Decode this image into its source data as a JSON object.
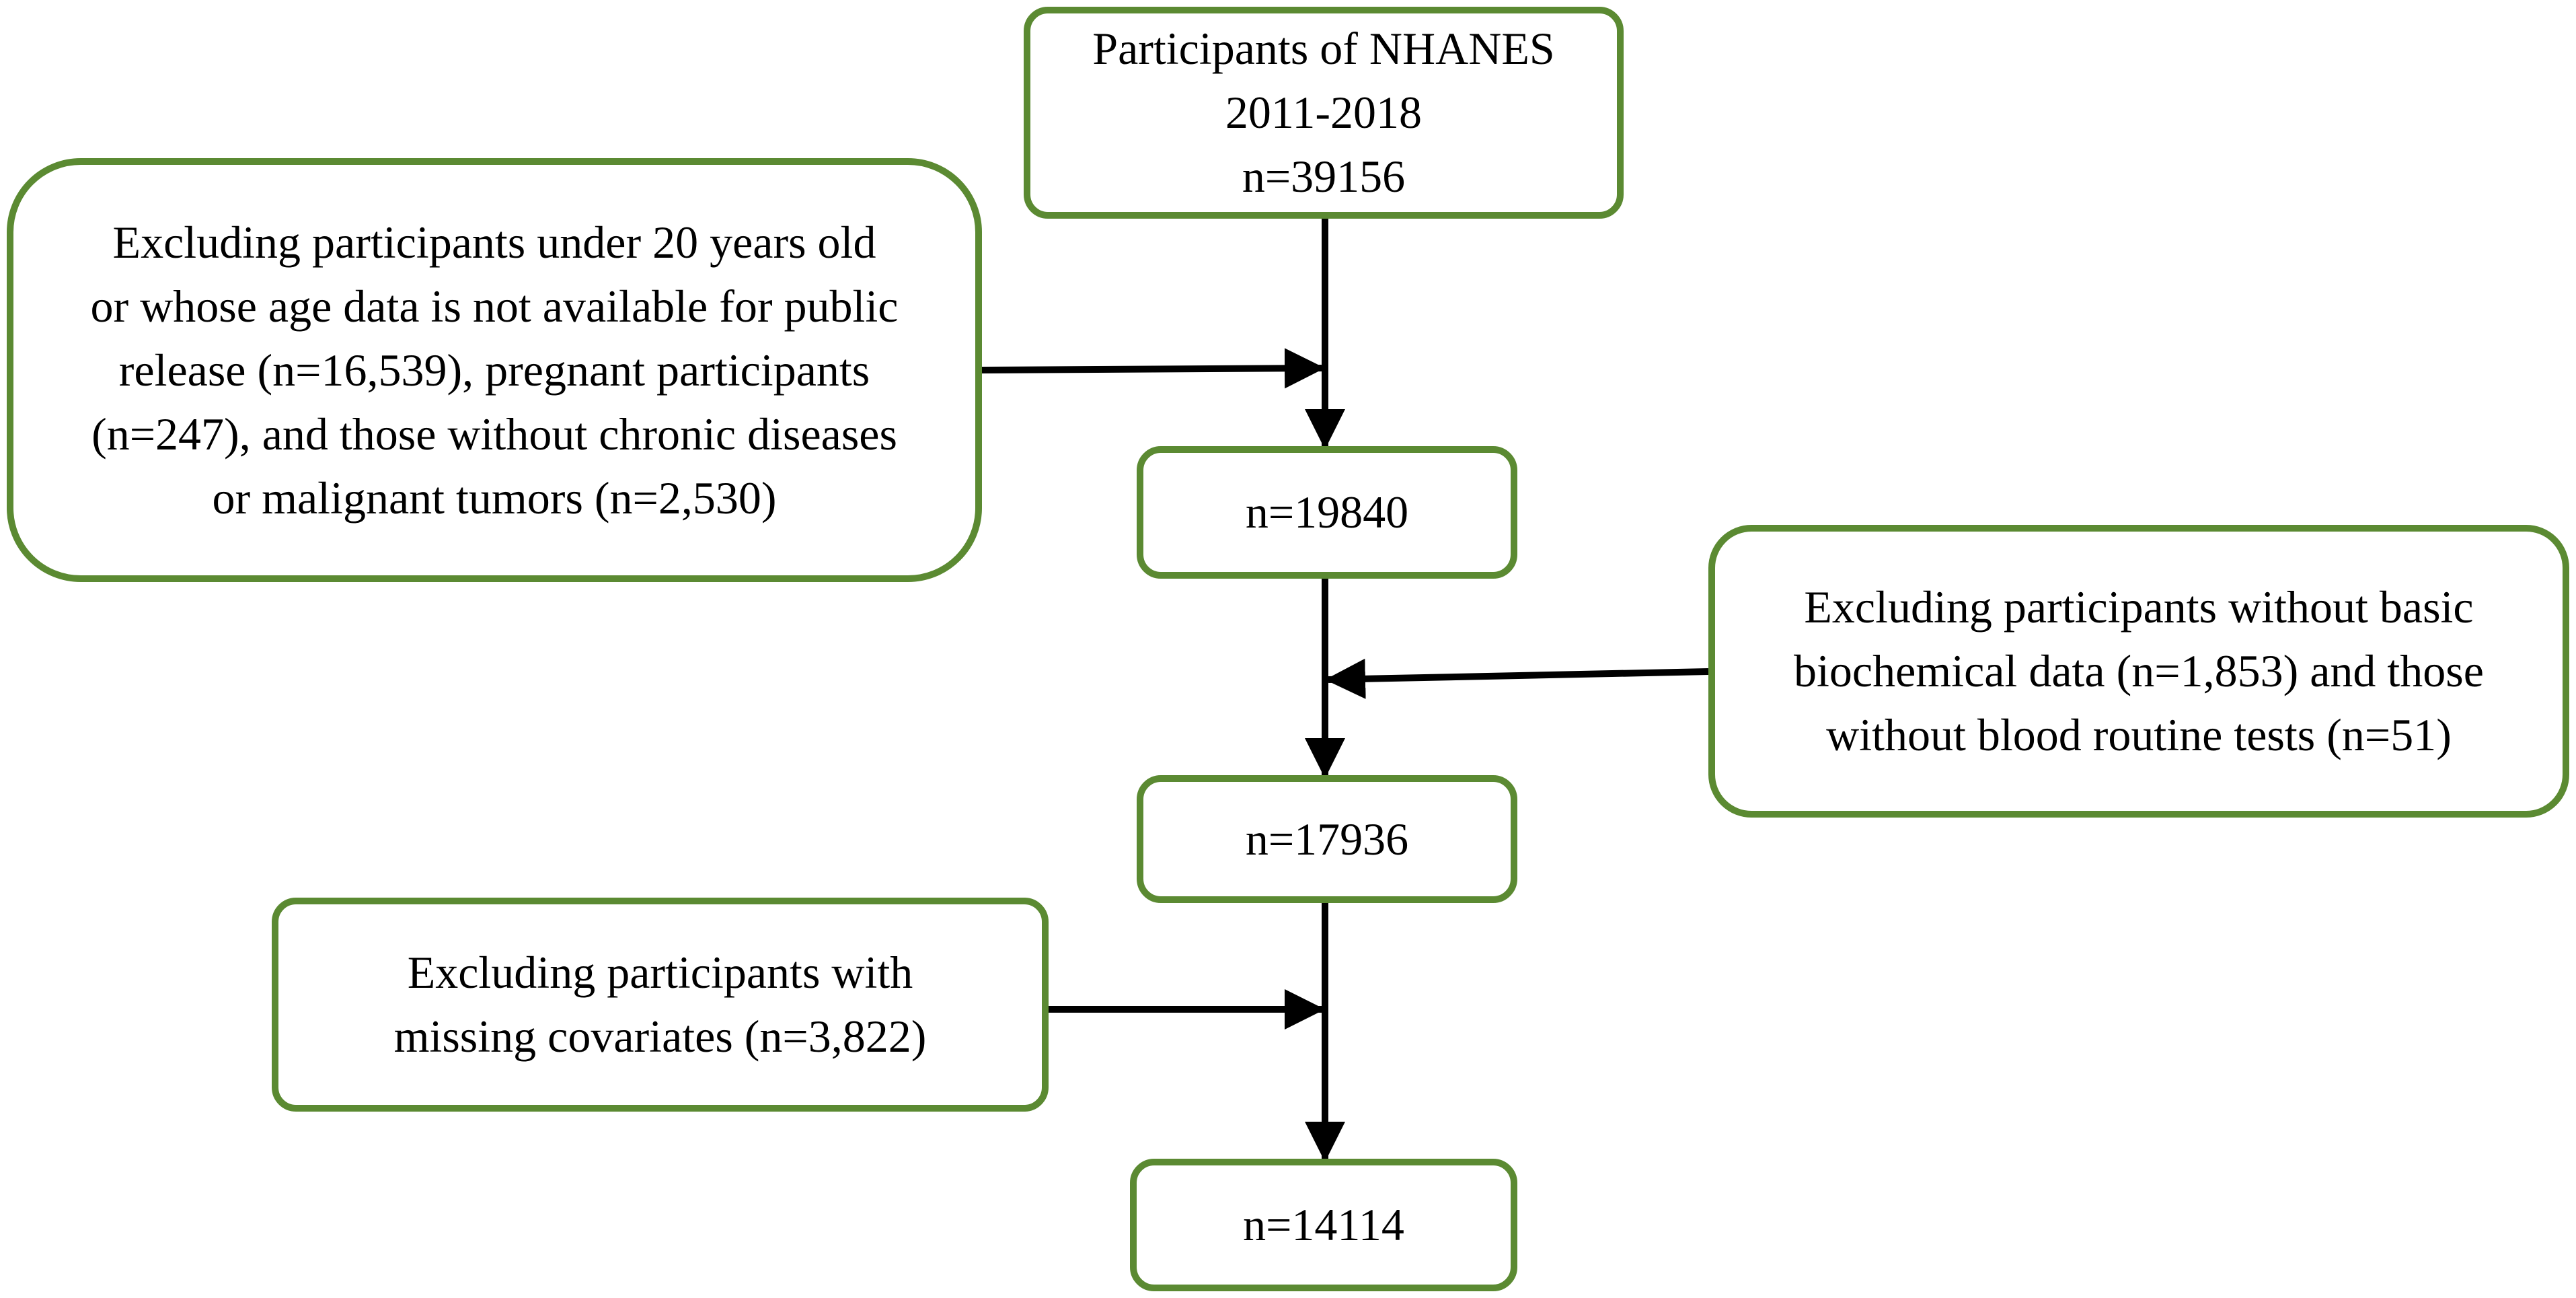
{
  "nodes": {
    "start": {
      "lines": [
        "Participants of NHANES",
        "2011-2018",
        "n=39156"
      ]
    },
    "exclusion_1": {
      "lines": [
        "Excluding participants under 20 years old",
        "or whose age data is not available for public",
        "release (n=16,539), pregnant participants",
        "(n=247), and those without chronic diseases",
        "or malignant tumors (n=2,530)"
      ]
    },
    "step_2": {
      "lines": [
        "n=19840"
      ]
    },
    "exclusion_2": {
      "lines": [
        "Excluding participants without basic",
        "biochemical data (n=1,853) and those",
        "without blood routine tests (n=51)"
      ]
    },
    "step_3": {
      "lines": [
        "n=17936"
      ]
    },
    "exclusion_3": {
      "lines": [
        "Excluding participants with",
        "missing covariates (n=3,822)"
      ]
    },
    "final": {
      "lines": [
        "n=14114"
      ]
    }
  },
  "edges": [
    {
      "from": "start",
      "to": "step_2"
    },
    {
      "from": "exclusion_1",
      "to": "start-step_2 line"
    },
    {
      "from": "step_2",
      "to": "step_3"
    },
    {
      "from": "exclusion_2",
      "to": "step_2-step_3 line"
    },
    {
      "from": "step_3",
      "to": "final"
    },
    {
      "from": "exclusion_3",
      "to": "step_3-final line"
    }
  ],
  "colors": {
    "box_border": "#5b8a32",
    "arrow": "#000000",
    "text": "#000000",
    "background": "#ffffff"
  }
}
